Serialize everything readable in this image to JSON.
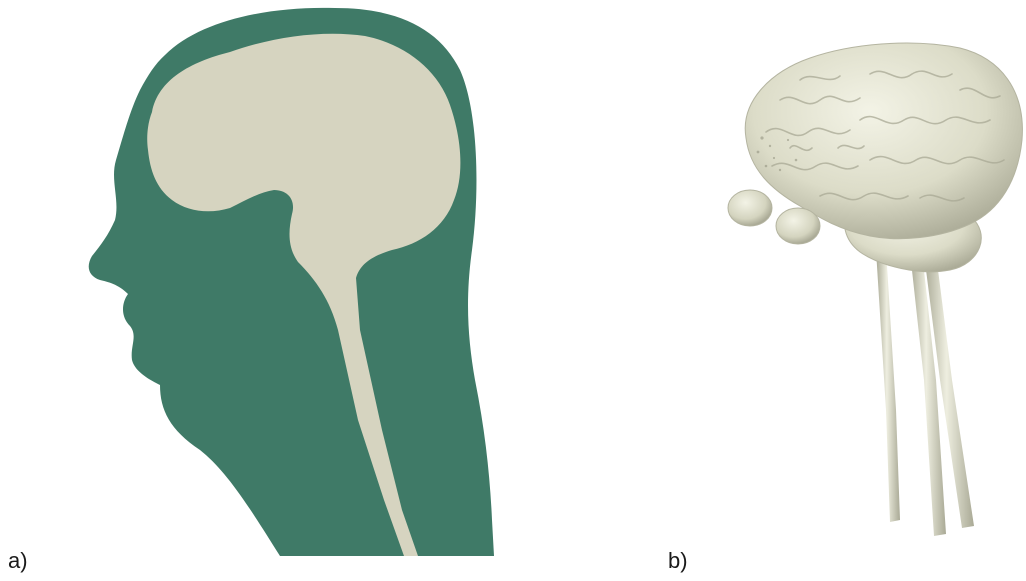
{
  "figure": {
    "panels": [
      {
        "label": "a)",
        "content": "head-sagittal-section",
        "regions": [
          {
            "name": "head-tissue",
            "color": "#3f7a67"
          },
          {
            "name": "brain-and-spinal-cord",
            "color": "#d6d4c0"
          }
        ]
      },
      {
        "label": "b)",
        "content": "brain-3d-model",
        "colors": {
          "surface": "#dcdcc8",
          "shadow": "#a9a995",
          "highlight": "#f3f3e6"
        }
      }
    ]
  }
}
